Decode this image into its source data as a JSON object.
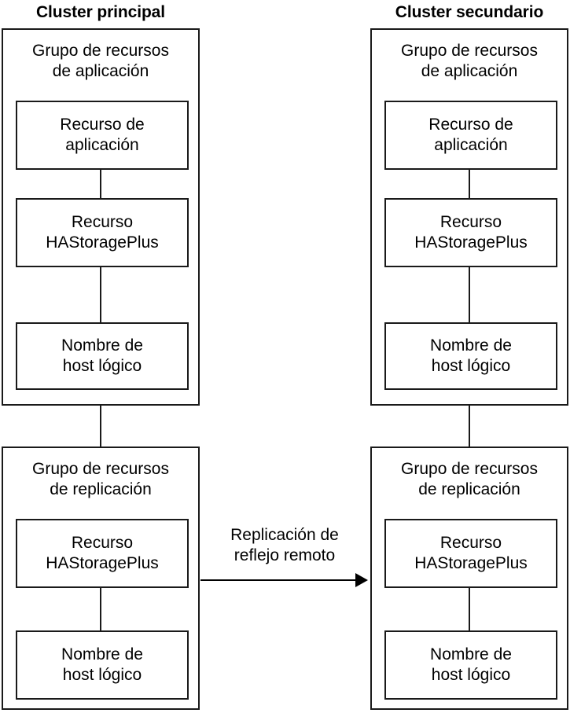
{
  "diagram": {
    "title_left": "Cluster principal",
    "title_right": "Cluster secundario",
    "arrow_label": "Replicación de\nreflejo remoto",
    "line_color": "#1a1a1a",
    "text_color": "#000000",
    "background": "#ffffff"
  },
  "clusters": [
    {
      "name": "primary",
      "title": "Cluster principal",
      "groups": [
        {
          "label": "Grupo de recursos\nde aplicación",
          "resources": [
            {
              "label": "Recurso de\naplicación"
            },
            {
              "label": "Recurso\nHAStoragePlus"
            },
            {
              "label": "Nombre de\nhost lógico"
            }
          ]
        },
        {
          "label": "Grupo de recursos\nde replicación",
          "resources": [
            {
              "label": "Recurso\nHAStoragePlus"
            },
            {
              "label": "Nombre de\nhost lógico"
            }
          ]
        }
      ]
    },
    {
      "name": "secondary",
      "title": "Cluster secundario",
      "groups": [
        {
          "label": "Grupo de recursos\nde aplicación",
          "resources": [
            {
              "label": "Recurso de\naplicación"
            },
            {
              "label": "Recurso\nHAStoragePlus"
            },
            {
              "label": "Nombre de\nhost lógico"
            }
          ]
        },
        {
          "label": "Grupo de recursos\nde replicación",
          "resources": [
            {
              "label": "Recurso\nHAStoragePlus"
            },
            {
              "label": "Nombre de\nhost lógico"
            }
          ]
        }
      ]
    }
  ]
}
